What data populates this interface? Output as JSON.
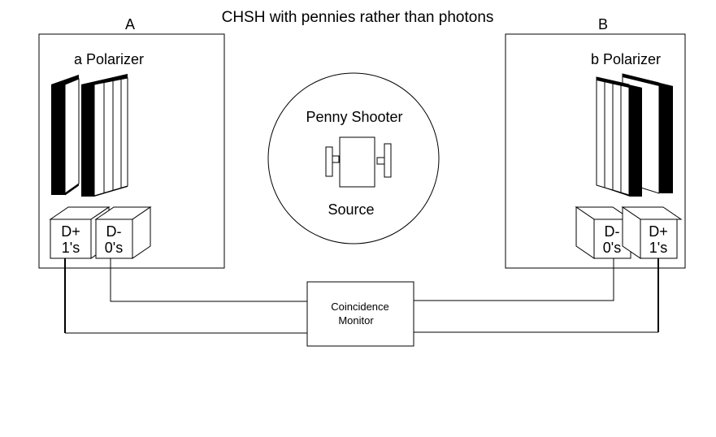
{
  "title": "CHSH with pennies rather than photons",
  "station_a": {
    "label": "A",
    "polarizer_label": "a Polarizer",
    "detector_plus": {
      "line1": "D+",
      "line2": "1's"
    },
    "detector_minus": {
      "line1": "D-",
      "line2": "0's"
    }
  },
  "station_b": {
    "label": "B",
    "polarizer_label": "b Polarizer",
    "detector_plus": {
      "line1": "D+",
      "line2": "1's"
    },
    "detector_minus": {
      "line1": "D-",
      "line2": "0's"
    }
  },
  "source": {
    "top_label": "Penny Shooter",
    "bottom_label": "Source"
  },
  "monitor": {
    "line1": "Coincidence",
    "line2": "Monitor"
  }
}
